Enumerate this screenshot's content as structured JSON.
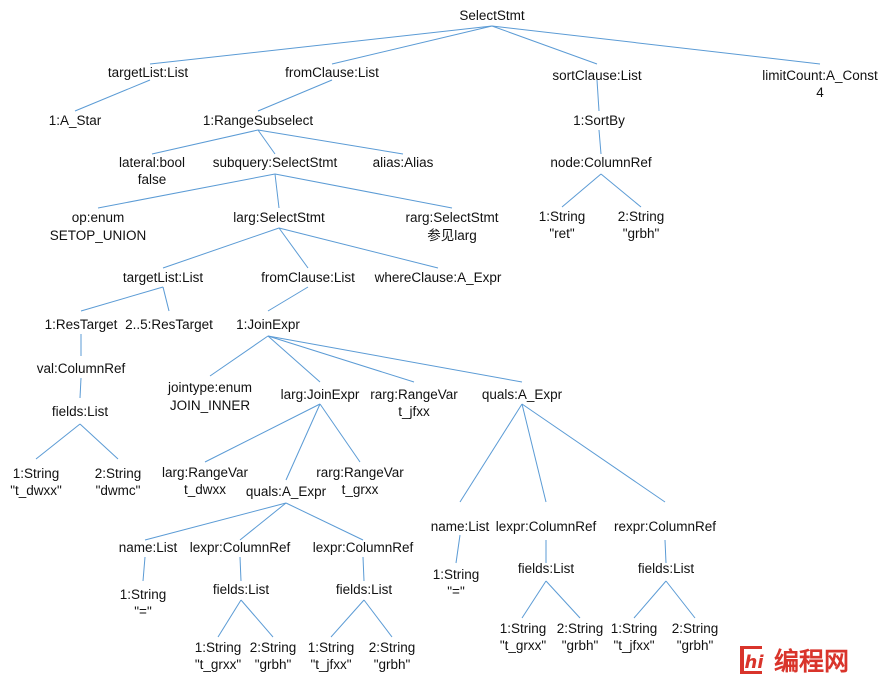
{
  "nodes": {
    "root": "SelectStmt",
    "targetlist": "targetList:List",
    "fromclause": "fromClause:List",
    "sortclause": "sortClause:List",
    "limitcount_1": "limitCount:A_Const",
    "limitcount_2": "4",
    "astar": "1:A_Star",
    "rangesubselect": "1:RangeSubselect",
    "sortby": "1:SortBy",
    "lateral_1": "lateral:bool",
    "lateral_2": "false",
    "subquery": "subquery:SelectStmt",
    "alias": "alias:Alias",
    "sortnode": "node:ColumnRef",
    "op_1": "op:enum",
    "op_2": "SETOP_UNION",
    "larg": "larg:SelectStmt",
    "rarg_1": "rarg:SelectStmt",
    "rarg_2": "参见larg",
    "sortstr1_1": "1:String",
    "sortstr1_2": "\"ret\"",
    "sortstr2_1": "2:String",
    "sortstr2_2": "\"grbh\"",
    "larg_targetlist": "targetList:List",
    "larg_fromclause": "fromClause:List",
    "whereclause": "whereClause:A_Expr",
    "restarget1": "1:ResTarget",
    "restarget25": "2..5:ResTarget",
    "joinexpr": "1:JoinExpr",
    "val": "val:ColumnRef",
    "fields1": "fields:List",
    "fstr1_1": "1:String",
    "fstr1_2": "\"t_dwxx\"",
    "fstr2_1": "2:String",
    "fstr2_2": "\"dwmc\"",
    "jointype_1": "jointype:enum",
    "jointype_2": "JOIN_INNER",
    "larg_join": "larg:JoinExpr",
    "rarg_rv_1": "rarg:RangeVar",
    "rarg_rv_2": "t_jfxx",
    "quals_top": "quals:A_Expr",
    "ij_larg_1": "larg:RangeVar",
    "ij_larg_2": "t_dwxx",
    "ij_rarg_1": "rarg:RangeVar",
    "ij_rarg_2": "t_grxx",
    "ij_quals": "quals:A_Expr",
    "q2_name": "name:List",
    "q2_lexpr": "lexpr:ColumnRef",
    "q2_rexpr": "lexpr:ColumnRef",
    "q2_namestr_1": "1:String",
    "q2_namestr_2": "\"=\"",
    "q2_lfields": "fields:List",
    "q2_rfields": "fields:List",
    "q2_ls1_1": "1:String",
    "q2_ls1_2": "\"t_grxx\"",
    "q2_ls2_1": "2:String",
    "q2_ls2_2": "\"grbh\"",
    "q2_rs1_1": "1:String",
    "q2_rs1_2": "\"t_jfxx\"",
    "q2_rs2_1": "2:String",
    "q2_rs2_2": "\"grbh\"",
    "q1_name": "name:List",
    "q1_lexpr": "lexpr:ColumnRef",
    "q1_rexpr": "rexpr:ColumnRef",
    "q1_namestr_1": "1:String",
    "q1_namestr_2": "\"=\"",
    "q1_lfields": "fields:List",
    "q1_rfields": "fields:List",
    "q1_ls1_1": "1:String",
    "q1_ls1_2": "\"t_grxx\"",
    "q1_ls2_1": "2:String",
    "q1_ls2_2": "\"grbh\"",
    "q1_rs1_1": "1:String",
    "q1_rs1_2": "\"t_jfxx\"",
    "q1_rs2_1": "2:String",
    "q1_rs2_2": "\"grbh\""
  },
  "watermark": {
    "logo_mark": "hi",
    "text": "编程网"
  },
  "colors": {
    "edge": "#5b9bd5",
    "text": "#111111",
    "watermark": "#d9342b"
  }
}
